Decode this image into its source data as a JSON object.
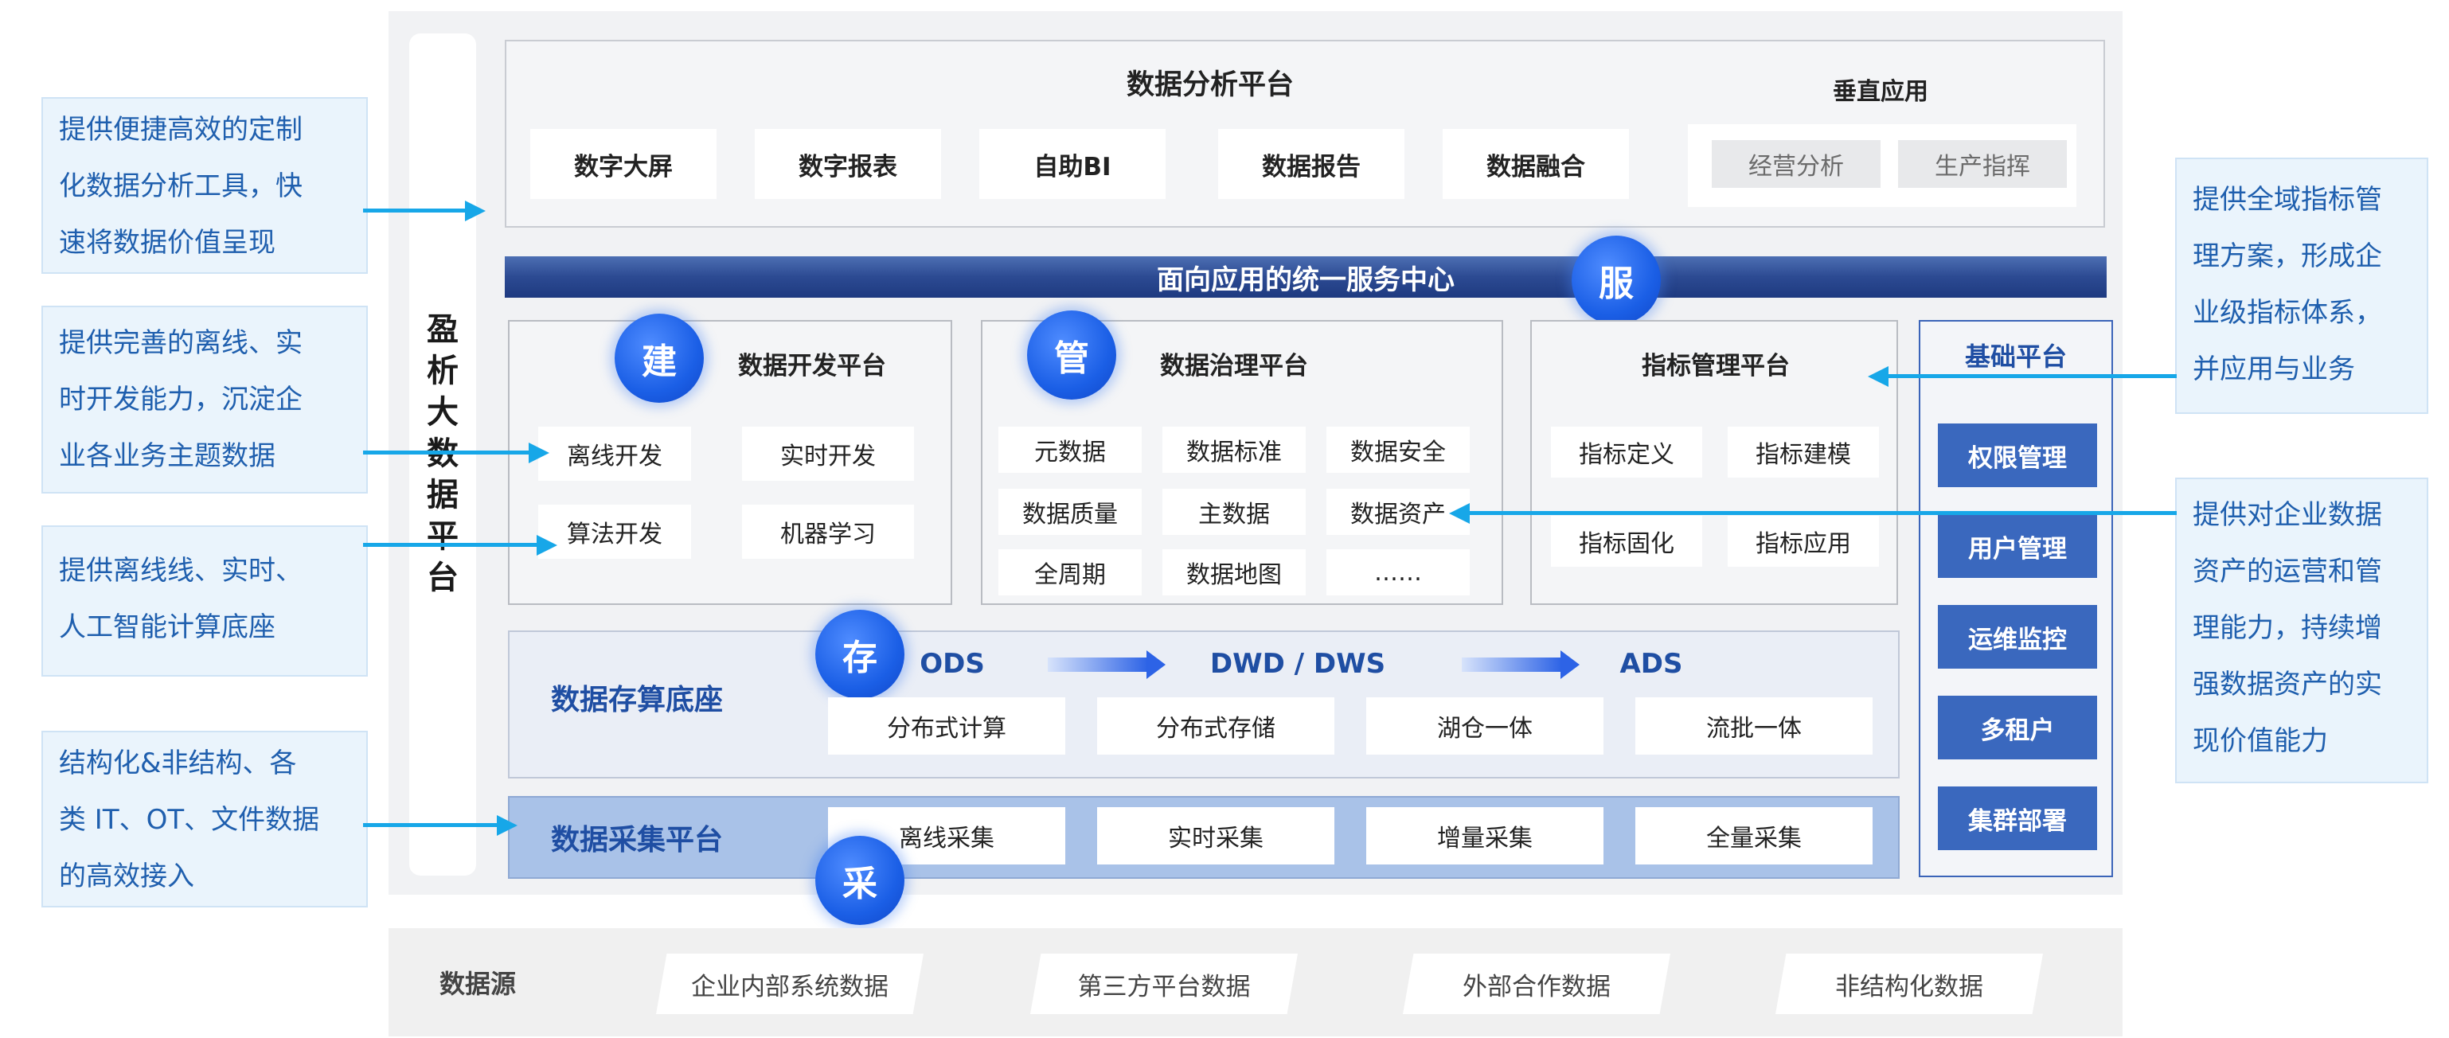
{
  "side_title": [
    "盈",
    "析",
    "大",
    "数",
    "据",
    "平",
    "台"
  ],
  "analysis": {
    "title": "数据分析平台",
    "items": [
      "数字大屏",
      "数字报表",
      "自助BI",
      "数据报告",
      "数据融合"
    ],
    "vertical_title": "垂直应用",
    "vertical_items": [
      "经营分析",
      "生产指挥"
    ]
  },
  "service_band": "面向应用的统一服务中心",
  "circles": {
    "service": "服",
    "build": "建",
    "manage": "管",
    "store": "存",
    "collect": "采"
  },
  "dev_platform": {
    "title": "数据开发平台",
    "items": [
      "离线开发",
      "实时开发",
      "算法开发",
      "机器学习"
    ]
  },
  "gov_platform": {
    "title": "数据治理平台",
    "items": [
      "元数据",
      "数据标准",
      "数据安全",
      "数据质量",
      "主数据",
      "数据资产",
      "全周期",
      "数据地图",
      "……"
    ]
  },
  "metric_platform": {
    "title": "指标管理平台",
    "items": [
      "指标定义",
      "指标建模",
      "指标固化",
      "指标应用"
    ]
  },
  "base_platform": {
    "title": "基础平台",
    "items": [
      "权限管理",
      "用户管理",
      "运维监控",
      "多租户",
      "集群部署"
    ]
  },
  "storage": {
    "title": "数据存算底座",
    "layers": [
      "ODS",
      "DWD / DWS",
      "ADS"
    ],
    "items": [
      "分布式计算",
      "分布式存储",
      "湖仓一体",
      "流批一体"
    ]
  },
  "collection": {
    "title": "数据采集平台",
    "items": [
      "离线采集",
      "实时采集",
      "增量采集",
      "全量采集"
    ]
  },
  "sources": {
    "title": "数据源",
    "items": [
      "企业内部系统数据",
      "第三方平台数据",
      "外部合作数据",
      "非结构化数据"
    ]
  },
  "notes_left": [
    [
      "提供便捷高效的定制",
      "化数据分析工具，快",
      "速将数据价值呈现"
    ],
    [
      "提供完善的离线、实",
      "时开发能力，沉淀企",
      "业各业务主题数据"
    ],
    [
      "提供离线线、实时、",
      "人工智能计算底座"
    ],
    [
      "结构化&非结构、各",
      "类 IT、OT、文件数据",
      "的高效接入"
    ]
  ],
  "notes_right": [
    [
      "提供全域指标管",
      "理方案，形成企",
      "业级指标体系，",
      "并应用与业务"
    ],
    [
      "提供对企业数据",
      "资产的运营和管",
      "理能力，持续增",
      "强数据资产的实",
      "现价值能力"
    ]
  ],
  "colors": {
    "accent": "#1f4ea3",
    "arrow": "#17a7e8",
    "circle": "#1b5fe6",
    "note_text": "#1f5fae"
  }
}
